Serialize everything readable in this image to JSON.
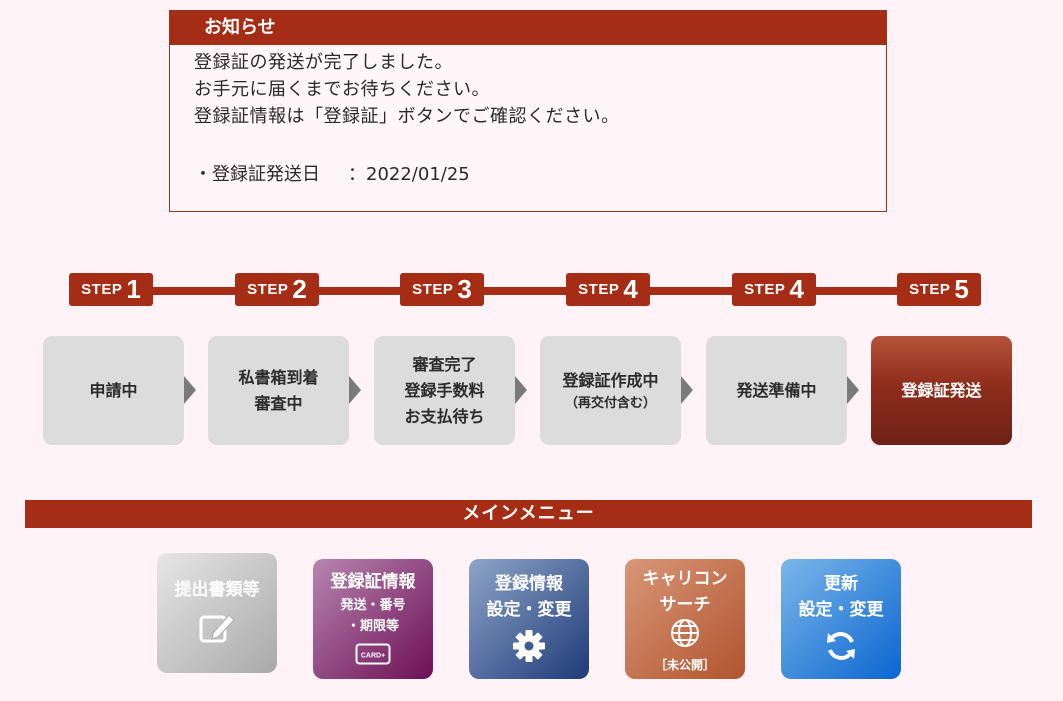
{
  "notice": {
    "title": "お知らせ",
    "lines": [
      "登録証の発送が完了しました。",
      "お手元に届くまでお待ちください。",
      "登録証情報は「登録証」ボタンでご確認ください。"
    ],
    "detail_label": "・登録証発送日",
    "detail_value": "：2022/01/25"
  },
  "steps": [
    {
      "word": "STEP",
      "num": "1",
      "lines": [
        "申請中"
      ],
      "sub": ""
    },
    {
      "word": "STEP",
      "num": "2",
      "lines": [
        "私書箱到着",
        "審査中"
      ],
      "sub": ""
    },
    {
      "word": "STEP",
      "num": "3",
      "lines": [
        "審査完了",
        "登録手数料",
        "お支払待ち"
      ],
      "sub": ""
    },
    {
      "word": "STEP",
      "num": "4",
      "lines": [
        "登録証作成中"
      ],
      "sub": "（再交付含む）"
    },
    {
      "word": "STEP",
      "num": "4",
      "lines": [
        "発送準備中"
      ],
      "sub": ""
    },
    {
      "word": "STEP",
      "num": "5",
      "lines": [
        "登録証発送"
      ],
      "sub": ""
    }
  ],
  "current_step_index": 5,
  "menu": {
    "title": "メインメニュー",
    "tiles": [
      {
        "t1": "提出書類等",
        "t2": "",
        "icon": "edit-icon",
        "badge": ""
      },
      {
        "t1": "登録証情報",
        "t2": "発送・番号\n・期限等",
        "icon": "card-icon",
        "badge": "",
        "card_text": "CARD+"
      },
      {
        "t1": "登録情報",
        "t2": "設定・変更",
        "icon": "gear-icon",
        "badge": ""
      },
      {
        "t1": "キャリコン",
        "t2": "サーチ",
        "icon": "globe-icon",
        "badge": "［未公開］"
      },
      {
        "t1": "更新",
        "t2": "設定・変更",
        "icon": "refresh-icon",
        "badge": ""
      }
    ]
  },
  "colors": {
    "accent": "#a52d15",
    "background": "#fff3f7",
    "step_inactive": "#dcdcdc"
  }
}
